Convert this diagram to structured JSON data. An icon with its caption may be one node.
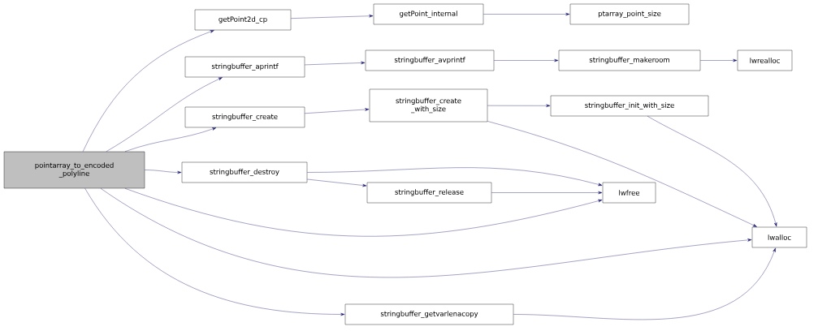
{
  "diagram": {
    "nodes": [
      {
        "text": [
          "pointarray_to_encoded _polyline"
        ]
      },
      {
        "text": [
          "getPoint2d_cp"
        ]
      },
      {
        "text": [
          "getPoint_internal"
        ]
      },
      {
        "text": [
          "ptarray_point_size"
        ]
      },
      {
        "text": [
          "stringbuffer_aprintf"
        ]
      },
      {
        "text": [
          "stringbuffer_avprintf"
        ]
      },
      {
        "text": [
          "stringbuffer_makeroom"
        ]
      },
      {
        "text": [
          "lwrealloc"
        ]
      },
      {
        "text": [
          "stringbuffer_create"
        ]
      },
      {
        "text": [
          "stringbuffer_create _with_size"
        ]
      },
      {
        "text": [
          "stringbuffer_init_with_size"
        ]
      },
      {
        "text": [
          "stringbuffer_destroy"
        ]
      },
      {
        "text": [
          "stringbuffer_release"
        ]
      },
      {
        "text": [
          "lwfree"
        ]
      },
      {
        "text": [
          "lwalloc"
        ]
      },
      {
        "text": [
          "stringbuffer_getvarlenacopy"
        ]
      }
    ],
    "edges": [
      {
        "from": 0,
        "to": 1,
        "arrow": "to"
      },
      {
        "from": 0,
        "to": 4,
        "arrow": "to"
      },
      {
        "from": 0,
        "to": 8,
        "arrow": "to"
      },
      {
        "from": 0,
        "to": 11,
        "arrow": "to"
      },
      {
        "from": 0,
        "to": 13,
        "arrow": "to"
      },
      {
        "from": 0,
        "to": 14,
        "arrow": "to"
      },
      {
        "from": 0,
        "to": 15,
        "arrow": "to"
      },
      {
        "from": 1,
        "to": 2,
        "arrow": "to"
      },
      {
        "from": 2,
        "to": 3,
        "arrow": "to"
      },
      {
        "from": 4,
        "to": 5,
        "arrow": "to"
      },
      {
        "from": 5,
        "to": 6,
        "arrow": "to"
      },
      {
        "from": 6,
        "to": 7,
        "arrow": "to"
      },
      {
        "from": 8,
        "to": 9,
        "arrow": "to"
      },
      {
        "from": 9,
        "to": 10,
        "arrow": "to"
      },
      {
        "from": 9,
        "to": 14,
        "arrow": "to"
      },
      {
        "from": 10,
        "to": 14,
        "arrow": "to"
      },
      {
        "from": 11,
        "to": 13,
        "arrow": "to"
      },
      {
        "from": 11,
        "to": 12,
        "arrow": "to"
      },
      {
        "from": 12,
        "to": 13,
        "arrow": "to"
      },
      {
        "from": 15,
        "to": 14,
        "arrow": "to"
      }
    ]
  }
}
